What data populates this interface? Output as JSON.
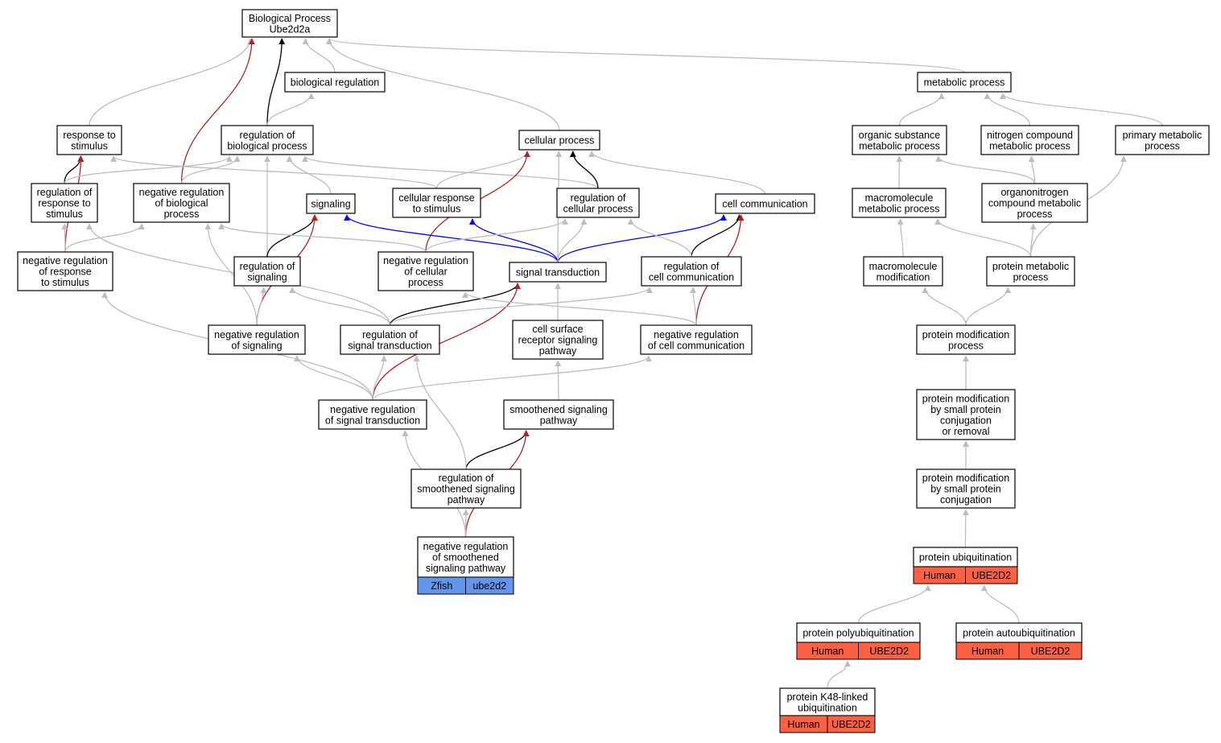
{
  "colors": {
    "gray": "#bdbdbd",
    "black": "#000000",
    "red": "#b22222",
    "blue": "#0000ff",
    "human": "#fa6041",
    "zfish": "#6495ed"
  },
  "nodes": [
    {
      "id": "bp",
      "lines": [
        "Biological Process",
        "Ube2d2a"
      ]
    },
    {
      "id": "bioreg",
      "lines": [
        "biological regulation"
      ]
    },
    {
      "id": "metab",
      "lines": [
        "metabolic process"
      ]
    },
    {
      "id": "resp",
      "lines": [
        "response to",
        "stimulus"
      ]
    },
    {
      "id": "regbio",
      "lines": [
        "regulation of",
        "biological process"
      ]
    },
    {
      "id": "cellproc",
      "lines": [
        "cellular process"
      ]
    },
    {
      "id": "orgsub",
      "lines": [
        "organic substance",
        "metabolic process"
      ]
    },
    {
      "id": "nitro",
      "lines": [
        "nitrogen compound",
        "metabolic process"
      ]
    },
    {
      "id": "primary",
      "lines": [
        "primary metabolic",
        "process"
      ]
    },
    {
      "id": "regresp",
      "lines": [
        "regulation of",
        "response to",
        "stimulus"
      ]
    },
    {
      "id": "negregbio",
      "lines": [
        "negative regulation",
        "of biological",
        "process"
      ]
    },
    {
      "id": "signaling",
      "lines": [
        "signaling"
      ]
    },
    {
      "id": "cellresp",
      "lines": [
        "cellular response",
        "to stimulus"
      ]
    },
    {
      "id": "regcell",
      "lines": [
        "regulation of",
        "cellular process"
      ]
    },
    {
      "id": "cellcomm",
      "lines": [
        "cell communication"
      ]
    },
    {
      "id": "macro",
      "lines": [
        "macromolecule",
        "metabolic process"
      ]
    },
    {
      "id": "organo",
      "lines": [
        "organonitrogen",
        "compound metabolic",
        "process"
      ]
    },
    {
      "id": "negregresp",
      "lines": [
        "negative regulation",
        "of response",
        "to stimulus"
      ]
    },
    {
      "id": "regsig",
      "lines": [
        "regulation of",
        "signaling"
      ]
    },
    {
      "id": "negregcell",
      "lines": [
        "negative regulation",
        "of cellular",
        "process"
      ]
    },
    {
      "id": "sigtrans",
      "lines": [
        "signal transduction"
      ]
    },
    {
      "id": "regcellcomm",
      "lines": [
        "regulation of",
        "cell communication"
      ]
    },
    {
      "id": "macromod",
      "lines": [
        "macromolecule",
        "modification"
      ]
    },
    {
      "id": "protmet",
      "lines": [
        "protein metabolic",
        "process"
      ]
    },
    {
      "id": "negregsig",
      "lines": [
        "negative regulation",
        "of signaling"
      ]
    },
    {
      "id": "regsigtrans",
      "lines": [
        "regulation of",
        "signal transduction"
      ]
    },
    {
      "id": "cellsurf",
      "lines": [
        "cell surface",
        "receptor signaling",
        "pathway"
      ]
    },
    {
      "id": "negregcellcomm",
      "lines": [
        "negative regulation",
        "of cell communication"
      ]
    },
    {
      "id": "protmod",
      "lines": [
        "protein modification",
        "process"
      ]
    },
    {
      "id": "negregsigtrans",
      "lines": [
        "negative regulation",
        "of signal transduction"
      ]
    },
    {
      "id": "smooth",
      "lines": [
        "smoothened signaling",
        "pathway"
      ]
    },
    {
      "id": "protmodsmall",
      "lines": [
        "protein modification",
        "by small protein",
        "conjugation",
        "or removal"
      ]
    },
    {
      "id": "regsmooth",
      "lines": [
        "regulation of",
        "smoothened signaling",
        "pathway"
      ]
    },
    {
      "id": "protmodconj",
      "lines": [
        "protein modification",
        "by small protein",
        "conjugation"
      ]
    },
    {
      "id": "negregsmooth",
      "lines": [
        "negative regulation",
        "of smoothened",
        "signaling pathway"
      ],
      "tags": [
        {
          "label": "Zfish",
          "color": "zfish"
        },
        {
          "label": "ube2d2",
          "color": "zfish"
        }
      ]
    },
    {
      "id": "protubiq",
      "lines": [
        "protein ubiquitination"
      ],
      "tags": [
        {
          "label": "Human",
          "color": "human"
        },
        {
          "label": "UBE2D2",
          "color": "human"
        }
      ]
    },
    {
      "id": "polyubiq",
      "lines": [
        "protein polyubiquitination"
      ],
      "tags": [
        {
          "label": "Human",
          "color": "human"
        },
        {
          "label": "UBE2D2",
          "color": "human"
        }
      ]
    },
    {
      "id": "autoubiq",
      "lines": [
        "protein autoubiquitination"
      ],
      "tags": [
        {
          "label": "Human",
          "color": "human"
        },
        {
          "label": "UBE2D2",
          "color": "human"
        }
      ]
    },
    {
      "id": "k48",
      "lines": [
        "protein K48-linked",
        "ubiquitination"
      ],
      "tags": [
        {
          "label": "Human",
          "color": "human"
        },
        {
          "label": "UBE2D2",
          "color": "human"
        }
      ]
    }
  ],
  "edges": [
    {
      "from": "bioreg",
      "to": "bp",
      "color": "gray"
    },
    {
      "from": "metab",
      "to": "bp",
      "color": "gray"
    },
    {
      "from": "resp",
      "to": "bp",
      "color": "gray"
    },
    {
      "from": "regbio",
      "to": "bp",
      "color": "black"
    },
    {
      "from": "negregbio",
      "to": "bp",
      "color": "red"
    },
    {
      "from": "cellproc",
      "to": "bp",
      "color": "gray"
    },
    {
      "from": "regbio",
      "to": "bioreg",
      "color": "gray"
    },
    {
      "from": "regresp",
      "to": "resp",
      "color": "black"
    },
    {
      "from": "negregresp",
      "to": "resp",
      "color": "red"
    },
    {
      "from": "cellresp",
      "to": "resp",
      "color": "gray"
    },
    {
      "from": "regresp",
      "to": "regbio",
      "color": "gray"
    },
    {
      "from": "negregbio",
      "to": "regbio",
      "color": "gray"
    },
    {
      "from": "signaling",
      "to": "regbio",
      "color": "gray"
    },
    {
      "from": "regsig",
      "to": "regbio",
      "color": "gray"
    },
    {
      "from": "regcell",
      "to": "regbio",
      "color": "gray"
    },
    {
      "from": "cellresp",
      "to": "cellproc",
      "color": "gray"
    },
    {
      "from": "regcell",
      "to": "cellproc",
      "color": "black"
    },
    {
      "from": "negregcell",
      "to": "cellproc",
      "color": "red"
    },
    {
      "from": "cellcomm",
      "to": "cellproc",
      "color": "gray"
    },
    {
      "from": "sigtrans",
      "to": "cellproc",
      "color": "gray"
    },
    {
      "from": "regsig",
      "to": "signaling",
      "color": "black"
    },
    {
      "from": "negregsig",
      "to": "signaling",
      "color": "red"
    },
    {
      "from": "sigtrans",
      "to": "signaling",
      "color": "blue"
    },
    {
      "from": "sigtrans",
      "to": "cellresp",
      "color": "blue"
    },
    {
      "from": "sigtrans",
      "to": "cellcomm",
      "color": "blue"
    },
    {
      "from": "regcellcomm",
      "to": "cellcomm",
      "color": "black"
    },
    {
      "from": "negregcellcomm",
      "to": "cellcomm",
      "color": "red"
    },
    {
      "from": "negregresp",
      "to": "regresp",
      "color": "gray"
    },
    {
      "from": "negregresp",
      "to": "negregbio",
      "color": "gray"
    },
    {
      "from": "negregsig",
      "to": "negregbio",
      "color": "gray"
    },
    {
      "from": "negregcell",
      "to": "negregbio",
      "color": "gray"
    },
    {
      "from": "negregcell",
      "to": "regcell",
      "color": "gray"
    },
    {
      "from": "sigtrans",
      "to": "regcell",
      "color": "gray"
    },
    {
      "from": "regcellcomm",
      "to": "regcell",
      "color": "gray"
    },
    {
      "from": "negregsig",
      "to": "regsig",
      "color": "gray"
    },
    {
      "from": "regsigtrans",
      "to": "regsig",
      "color": "gray"
    },
    {
      "from": "regsigtrans",
      "to": "regresp",
      "color": "gray"
    },
    {
      "from": "regsigtrans",
      "to": "sigtrans",
      "color": "black"
    },
    {
      "from": "negregsigtrans",
      "to": "sigtrans",
      "color": "red"
    },
    {
      "from": "cellsurf",
      "to": "sigtrans",
      "color": "gray"
    },
    {
      "from": "regsigtrans",
      "to": "regcellcomm",
      "color": "gray"
    },
    {
      "from": "negregcellcomm",
      "to": "regcellcomm",
      "color": "gray"
    },
    {
      "from": "negregcellcomm",
      "to": "negregcell",
      "color": "gray"
    },
    {
      "from": "negregsigtrans",
      "to": "negregsig",
      "color": "gray"
    },
    {
      "from": "negregsigtrans",
      "to": "regsigtrans",
      "color": "gray"
    },
    {
      "from": "negregsigtrans",
      "to": "negregresp",
      "color": "gray"
    },
    {
      "from": "negregsigtrans",
      "to": "negregcellcomm",
      "color": "gray"
    },
    {
      "from": "smooth",
      "to": "cellsurf",
      "color": "gray"
    },
    {
      "from": "regsmooth",
      "to": "smooth",
      "color": "black"
    },
    {
      "from": "negregsmooth",
      "to": "smooth",
      "color": "red"
    },
    {
      "from": "regsmooth",
      "to": "regsigtrans",
      "color": "gray"
    },
    {
      "from": "negregsmooth",
      "to": "regsmooth",
      "color": "gray"
    },
    {
      "from": "negregsmooth",
      "to": "negregsigtrans",
      "color": "gray"
    },
    {
      "from": "orgsub",
      "to": "metab",
      "color": "gray"
    },
    {
      "from": "nitro",
      "to": "metab",
      "color": "gray"
    },
    {
      "from": "primary",
      "to": "metab",
      "color": "gray"
    },
    {
      "from": "macro",
      "to": "orgsub",
      "color": "gray"
    },
    {
      "from": "organo",
      "to": "orgsub",
      "color": "gray"
    },
    {
      "from": "organo",
      "to": "nitro",
      "color": "gray"
    },
    {
      "from": "macromod",
      "to": "macro",
      "color": "gray"
    },
    {
      "from": "protmet",
      "to": "macro",
      "color": "gray"
    },
    {
      "from": "protmet",
      "to": "organo",
      "color": "gray"
    },
    {
      "from": "protmet",
      "to": "primary",
      "color": "gray"
    },
    {
      "from": "protmod",
      "to": "macromod",
      "color": "gray"
    },
    {
      "from": "protmod",
      "to": "protmet",
      "color": "gray"
    },
    {
      "from": "protmodsmall",
      "to": "protmod",
      "color": "gray"
    },
    {
      "from": "protmodconj",
      "to": "protmodsmall",
      "color": "gray"
    },
    {
      "from": "protubiq",
      "to": "protmodconj",
      "color": "gray"
    },
    {
      "from": "polyubiq",
      "to": "protubiq",
      "color": "gray"
    },
    {
      "from": "autoubiq",
      "to": "protubiq",
      "color": "gray"
    },
    {
      "from": "k48",
      "to": "polyubiq",
      "color": "gray"
    }
  ]
}
